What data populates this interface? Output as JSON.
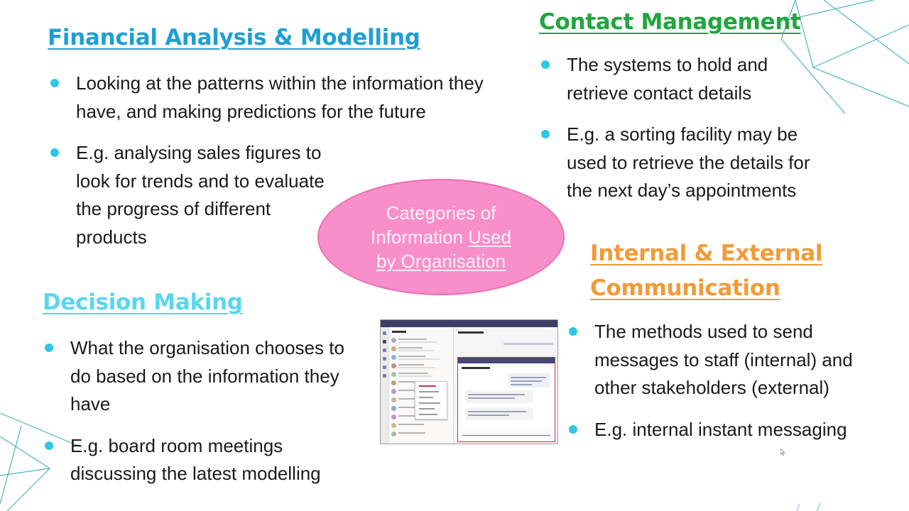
{
  "colors": {
    "financial_heading": "#1e9fd4",
    "contact_heading": "#1fa63d",
    "decision_heading": "#59d6f1",
    "communication_heading": "#f29b38",
    "bullet": "#2ec7e6",
    "ellipse_fill": "#f98fca",
    "deco_lines": "#2aa9b8"
  },
  "financial": {
    "heading": "Financial Analysis & Modelling",
    "bullets": [
      "Looking at the patterns within the information they have, and making predictions for the future",
      "E.g. analysing sales figures to look for trends and to evaluate the progress of different products"
    ]
  },
  "contact": {
    "heading": "Contact Management",
    "bullets": [
      "The systems to hold and retrieve contact details",
      "E.g. a sorting facility may be used to retrieve the details for the next day’s appointments"
    ]
  },
  "center": {
    "line1": "Categories of",
    "line2_plain": "Information ",
    "line2_link": "Used",
    "line3_link": "by Organisation"
  },
  "communication": {
    "heading_line1": "Internal & External",
    "heading_line2": "Communication",
    "bullets": [
      "The methods used to send messages to staff (internal) and other stakeholders (external)",
      "E.g. internal instant messaging"
    ]
  },
  "decision": {
    "heading": "Decision Making",
    "bullets": [
      "What the organisation chooses to do based on the information they have",
      "E.g. board room meetings discussing the latest modelling"
    ]
  },
  "screenshot": {
    "icon": "chat-app-screenshot-icon"
  }
}
